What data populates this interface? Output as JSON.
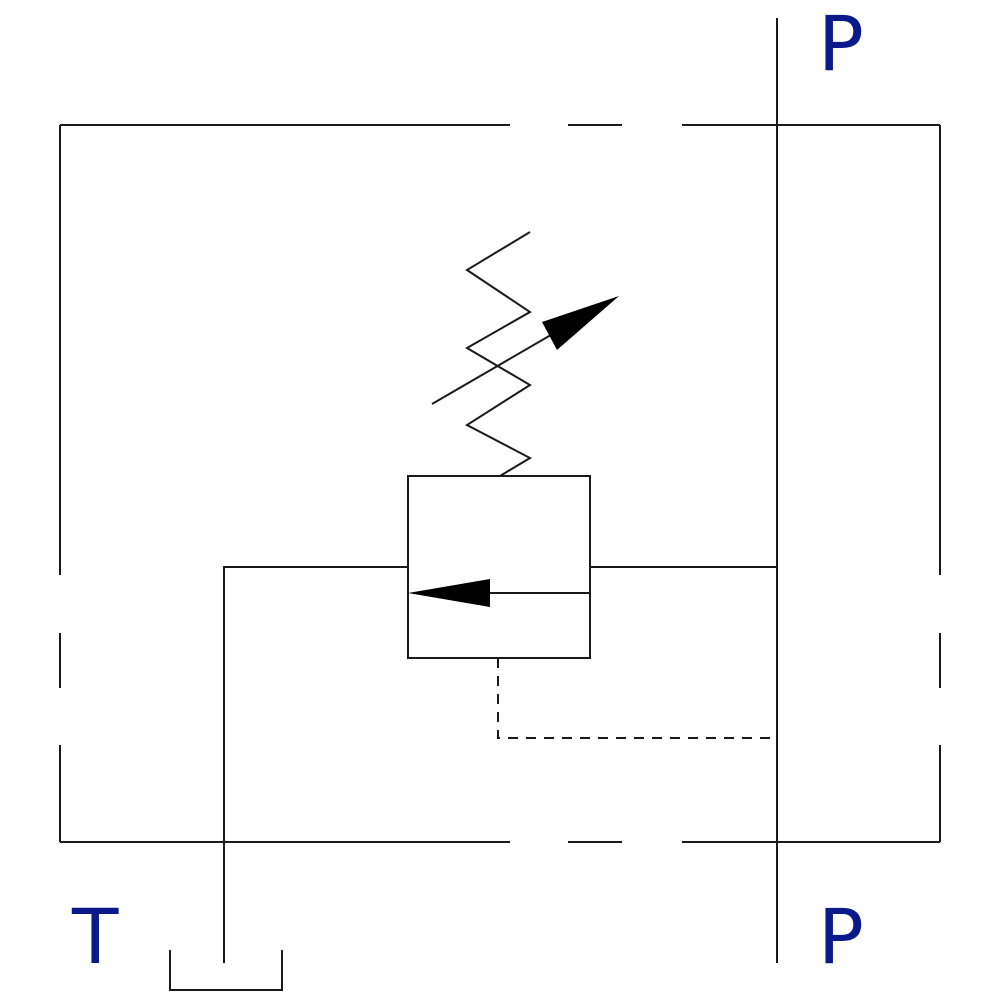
{
  "ports": {
    "pressure_top": "P",
    "pressure_bottom": "P",
    "tank": "T"
  },
  "colors": {
    "line": "#1a1a1a",
    "label": "#0a1a8a",
    "arrow": "#000000",
    "background": "#ffffff"
  }
}
